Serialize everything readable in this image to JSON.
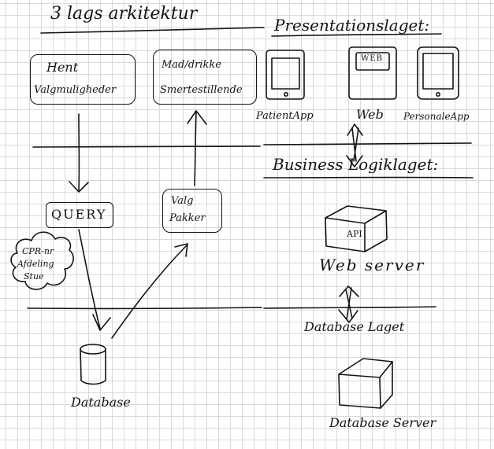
{
  "title": "3 lags arkitektur",
  "left": {
    "box_hent": [
      "Hent",
      "Valgmuligheder"
    ],
    "box_mad": [
      "Mad/drikke",
      "Smertestillende"
    ],
    "query": "QUERY",
    "valg": [
      "Valg",
      "Pakker"
    ],
    "cloud": [
      "CPR-nr",
      "Afdeling",
      "Stue"
    ],
    "database": "Database"
  },
  "right": {
    "presentation_layer": "Presentationslaget:",
    "devices": {
      "patient": "PatientApp",
      "web": "Web",
      "personal": "PersonaleApp",
      "web_screen": "WEB"
    },
    "business_layer": "Business Logiklaget:",
    "api_label": "API",
    "web_server": "Web server",
    "database_layer": "Database Laget",
    "database_server": "Database Server"
  },
  "colors": {
    "ink": "#141414",
    "grid": "#d9dadc",
    "paper": "#ffffff"
  }
}
